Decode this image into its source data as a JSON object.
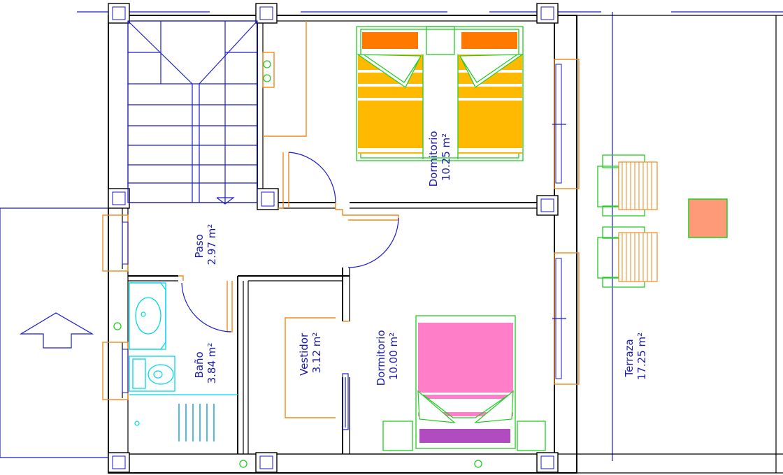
{
  "rooms": {
    "dormitorio_top": {
      "name": "Dormitorio",
      "area": "10.25 m²"
    },
    "dormitorio_bottom": {
      "name": "Dormitorio",
      "area": "10.00 m²"
    },
    "paso": {
      "name": "Paso",
      "area": "2.97 m²"
    },
    "bano": {
      "name": "Baño",
      "area": "3.84 m²"
    },
    "vestidor": {
      "name": "Vestidor",
      "area": "3.12 m²"
    },
    "terraza": {
      "name": "Terraza",
      "area": "17.25 m²"
    }
  },
  "colors": {
    "wall": "#000000",
    "annotation": "#1a1ad0",
    "door_window": "#f08a1c",
    "furniture": "#22cc22",
    "bed_orange": "#ffba00",
    "pillow_orange": "#ff7800",
    "bed_pink": "#ff7ec8",
    "pillow_purple": "#b04cc0",
    "table_salmon": "#ff9a78",
    "bathroom_fixture": "#00d8e8"
  }
}
